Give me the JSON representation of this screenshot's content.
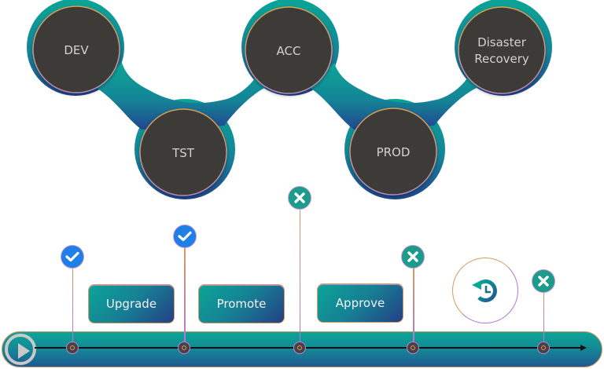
{
  "colors": {
    "teal": "#0aa596",
    "blue": "#243f85",
    "circle_fill": "#3d3a38",
    "check_badge": "#1e7fe6",
    "fail_badge": "#1b9b8b",
    "accent_orange": "#d99a62",
    "accent_purple": "#b07ad0"
  },
  "stages": [
    {
      "id": "dev",
      "label_lines": [
        "DEV"
      ]
    },
    {
      "id": "tst",
      "label_lines": [
        "TST"
      ]
    },
    {
      "id": "acc",
      "label_lines": [
        "ACC"
      ]
    },
    {
      "id": "prod",
      "label_lines": [
        "PROD"
      ]
    },
    {
      "id": "dr",
      "label_lines": [
        "Disaster",
        "Recovery"
      ]
    }
  ],
  "actions": {
    "upgrade": "Upgrade",
    "promote": "Promote",
    "approve": "Approve"
  },
  "timeline": {
    "play_icon": "play-icon",
    "restore_icon": "history-restore-icon",
    "events": [
      {
        "status": "success",
        "icon": "check-icon"
      },
      {
        "status": "success",
        "icon": "check-icon"
      },
      {
        "status": "failed",
        "icon": "x-icon"
      },
      {
        "status": "failed",
        "icon": "x-icon"
      },
      {
        "status": "failed",
        "icon": "x-icon"
      }
    ]
  }
}
